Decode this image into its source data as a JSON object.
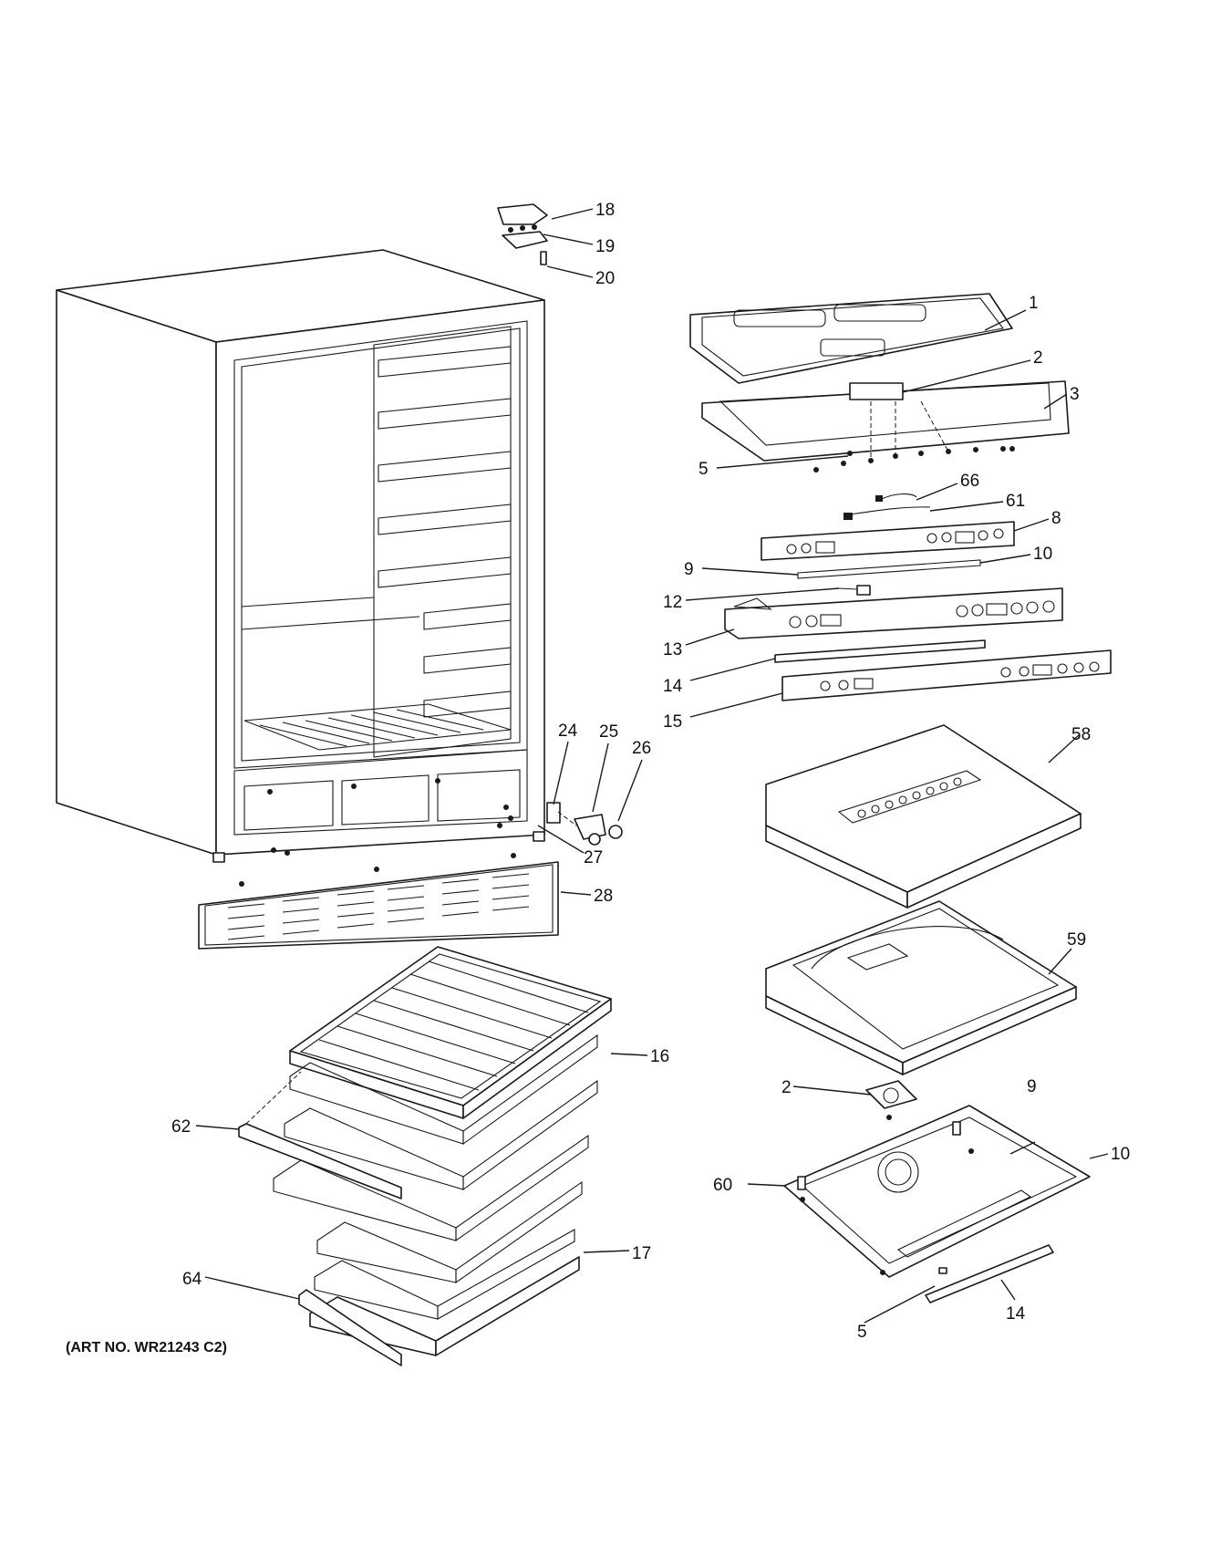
{
  "art_number": "(ART NO. WR21243 C2)",
  "callouts": [
    {
      "id": "c1",
      "label": "1"
    },
    {
      "id": "c2a",
      "label": "2"
    },
    {
      "id": "c3",
      "label": "3"
    },
    {
      "id": "c5a",
      "label": "5"
    },
    {
      "id": "c66",
      "label": "66"
    },
    {
      "id": "c61",
      "label": "61"
    },
    {
      "id": "c8",
      "label": "8"
    },
    {
      "id": "c9a",
      "label": "9"
    },
    {
      "id": "c10a",
      "label": "10"
    },
    {
      "id": "c12",
      "label": "12"
    },
    {
      "id": "c13",
      "label": "13"
    },
    {
      "id": "c14a",
      "label": "14"
    },
    {
      "id": "c15",
      "label": "15"
    },
    {
      "id": "c18",
      "label": "18"
    },
    {
      "id": "c19",
      "label": "19"
    },
    {
      "id": "c20",
      "label": "20"
    },
    {
      "id": "c24",
      "label": "24"
    },
    {
      "id": "c25",
      "label": "25"
    },
    {
      "id": "c26",
      "label": "26"
    },
    {
      "id": "c27",
      "label": "27"
    },
    {
      "id": "c28",
      "label": "28"
    },
    {
      "id": "c58",
      "label": "58"
    },
    {
      "id": "c59",
      "label": "59"
    },
    {
      "id": "c16",
      "label": "16"
    },
    {
      "id": "c62",
      "label": "62"
    },
    {
      "id": "c2b",
      "label": "2"
    },
    {
      "id": "c9b",
      "label": "9"
    },
    {
      "id": "c10b",
      "label": "10"
    },
    {
      "id": "c60",
      "label": "60"
    },
    {
      "id": "c17",
      "label": "17"
    },
    {
      "id": "c64",
      "label": "64"
    },
    {
      "id": "c5b",
      "label": "5"
    },
    {
      "id": "c14b",
      "label": "14"
    }
  ]
}
